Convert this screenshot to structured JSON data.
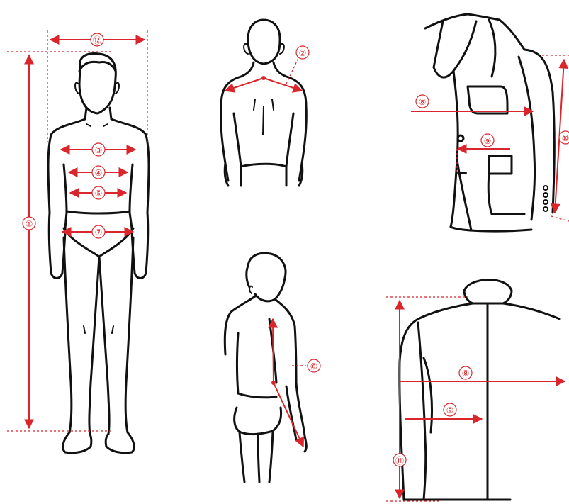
{
  "colors": {
    "accent": "#d9252b",
    "ink": "#111111",
    "background": "#ffffff"
  },
  "labels": {
    "m1": "①",
    "m2": "②",
    "m3": "③",
    "m4": "④",
    "m5": "⑤",
    "m6": "⑥",
    "m7": "⑦",
    "m8": "⑧",
    "m9": "⑨",
    "m10": "⑩",
    "m11": "⑪",
    "m12": "⑫"
  }
}
